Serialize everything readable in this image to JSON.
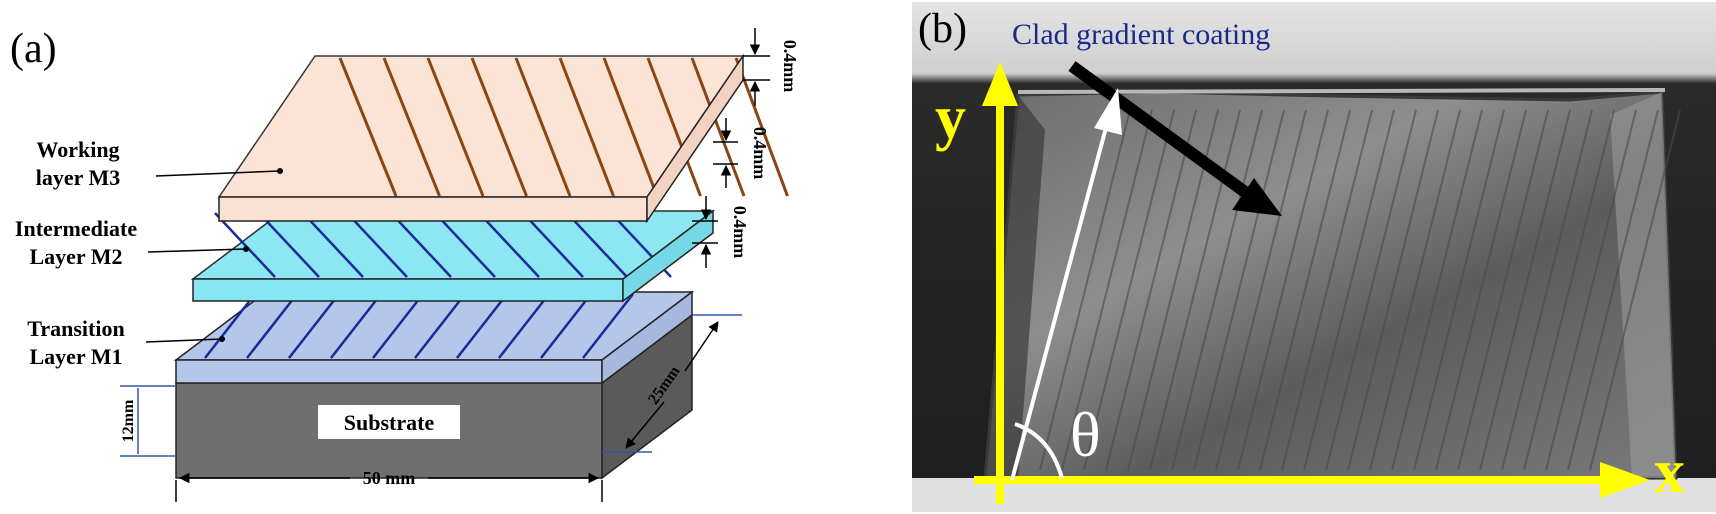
{
  "panel_a": {
    "label": "(a)",
    "layers": {
      "working": {
        "label_line1": "Working",
        "label_line2": "layer M3",
        "fill": "#fbe1d2",
        "stripe": "#8b4513"
      },
      "intermediate": {
        "label_line1": "Intermediate",
        "label_line2": "Layer M2",
        "fill": "#86e6f3",
        "stripe": "#1a2a9a"
      },
      "transition": {
        "label_line1": "Transition",
        "label_line2": "Layer M1",
        "fill": "#b4c6ea",
        "stripe": "#1a2a9a"
      }
    },
    "substrate_label": "Substrate",
    "thickness_labels": [
      "0.4mm",
      "0.4mm",
      "0.4mm"
    ],
    "width_label": "50 mm",
    "depth_label": "25mm",
    "height_label": "12mm"
  },
  "panel_b": {
    "label": "(b)",
    "coating_label": "Clad gradient coating",
    "axis_x_label": "x",
    "axis_y_label": "y",
    "angle_label": "θ",
    "axis_color": "#ffff00",
    "coating_label_color": "#1a2a8a"
  }
}
